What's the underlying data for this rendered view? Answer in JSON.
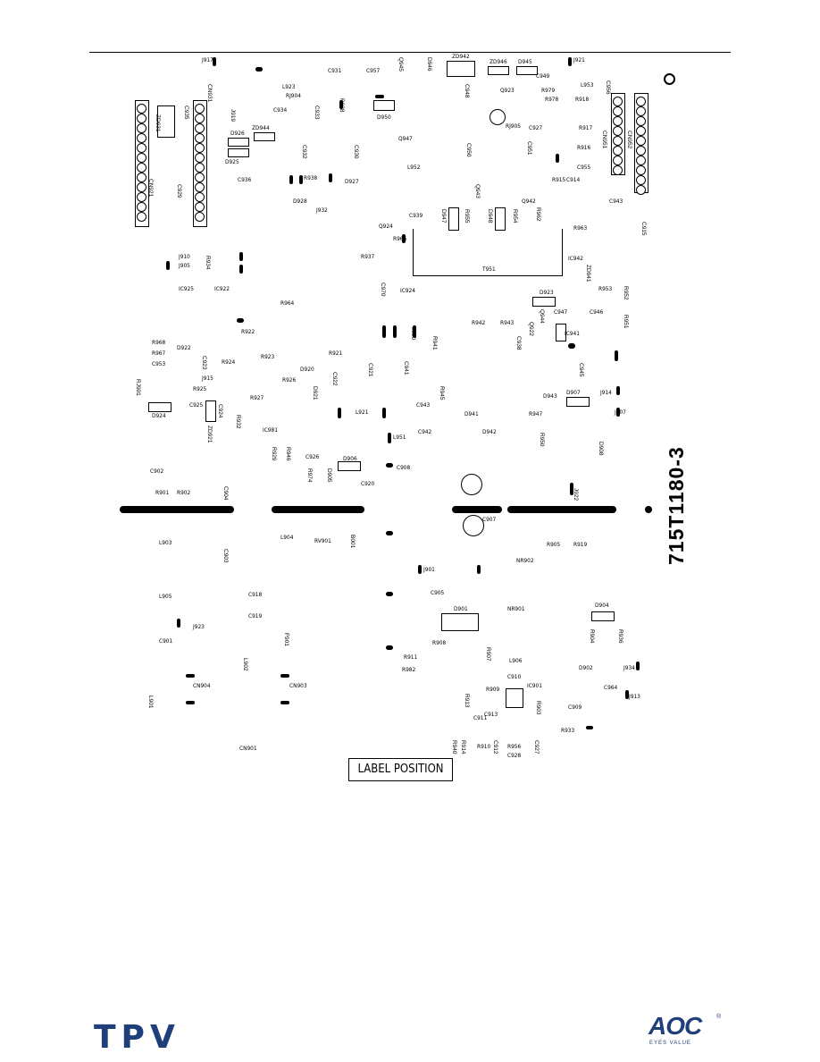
{
  "board": {
    "part_number": "715T1180-3",
    "label_position": "LABEL POSITION"
  },
  "logos": {
    "left": "TPV",
    "right": "AOC",
    "right_tagline": "EYES VALUE",
    "brand_color": "#1f3f7a"
  },
  "refs": {
    "j917": "J917",
    "c931": "C931",
    "c957": "C957",
    "q945": "Q945",
    "d946": "D946",
    "zd942": "ZD942",
    "zd946": "ZD946",
    "d945": "D945",
    "j921": "J921",
    "l923": "L923",
    "rj904": "RJ904",
    "c934": "C934",
    "c933": "C933",
    "r928": "R928",
    "c949": "C949",
    "q923": "Q923",
    "r979": "R979",
    "c948": "C948",
    "r978": "R978",
    "l953": "L953",
    "r918": "R918",
    "c956": "C956",
    "cn931": "CN931",
    "c935": "C935",
    "zd931": "ZD931",
    "j919": "J919",
    "d926": "D926",
    "zd944": "ZD944",
    "d925": "D925",
    "r917": "R917",
    "cn951": "CN951",
    "cn952": "CN952",
    "rj905": "RJ905",
    "c927": "C927",
    "d950": "D950",
    "q947": "Q947",
    "c932": "C932",
    "c930": "C930",
    "l952": "L952",
    "c950": "C950",
    "c951": "C951",
    "r916": "R916",
    "c955": "C955",
    "r938": "R938",
    "d927": "D927",
    "c936": "C936",
    "d928": "D928",
    "j932": "J932",
    "q943": "Q943",
    "r915": "R915",
    "c914": "C914",
    "c943": "C943",
    "cn921": "CN921",
    "c929": "C929",
    "c939": "C939",
    "d947": "D947",
    "r955": "R955",
    "d948": "D948",
    "r954": "R954",
    "q942": "Q942",
    "r962": "R962",
    "r963": "R963",
    "c915": "C915",
    "q924": "Q924",
    "r966": "R966",
    "r937": "R937",
    "t951": "T951",
    "ic942": "IC942",
    "j910": "J910",
    "j905": "J905",
    "r934": "R934",
    "ic925": "IC925",
    "ic922": "IC922",
    "c970": "C970",
    "ic924": "IC924",
    "zd941": "ZD941",
    "r953": "R953",
    "d923": "D923",
    "c946": "C946",
    "r952": "R952",
    "r951": "R951",
    "r964": "R964",
    "r922": "R922",
    "r968": "R968",
    "d922": "D922",
    "r967": "R967",
    "c953": "C953",
    "c923": "C923",
    "r924": "R924",
    "r923": "R923",
    "r921": "R921",
    "d920": "D920",
    "r926": "R926",
    "j915": "J915",
    "r901b": "RJ901",
    "c922": "C922",
    "c921": "C921",
    "c941": "C941",
    "r942": "R942",
    "r943": "R943",
    "c947": "C947",
    "ic941": "IC941",
    "c938": "C938",
    "r941": "R941",
    "c945": "C945",
    "r925": "R925",
    "r945": "R945",
    "d921": "D921",
    "d943": "D943",
    "d907": "D907",
    "j914": "J914",
    "c925": "C925",
    "c924": "C924",
    "r927": "R927",
    "c943b": "C943",
    "r947": "R947",
    "j907": "J907",
    "d924": "D924",
    "zd921": "ZD921",
    "r932": "R932",
    "ic981": "IC981",
    "l921": "L921",
    "d941": "D941",
    "c942": "C942",
    "d942": "D942",
    "r950": "R950",
    "l951": "L951",
    "r929": "R929",
    "r946": "R946",
    "c926": "C926",
    "d906": "D906",
    "c908": "C908",
    "r974": "R974",
    "d905": "D905",
    "c920": "C920",
    "c902": "C902",
    "r901": "R901",
    "r902": "R902",
    "c904": "C904",
    "j922": "J922",
    "c907": "C907",
    "l903": "L903",
    "l904": "L904",
    "rv901": "RV901",
    "b001": "B001",
    "c903": "C903",
    "r905": "R905",
    "r919": "R919",
    "nr902": "NR902",
    "j901": "J901",
    "l905": "L905",
    "c918": "C918",
    "c919": "C919",
    "c905": "C905",
    "nr901": "NR901",
    "d901": "D901",
    "d904": "D904",
    "j923": "J923",
    "c901": "C901",
    "f901": "F901",
    "r908": "R908",
    "r911": "R911",
    "r982": "R982",
    "r907": "R907",
    "l906": "L906",
    "r904": "R904",
    "r936": "R936",
    "d902": "D902",
    "l902": "L902",
    "cn904": "CN904",
    "cn903": "CN903",
    "c910": "C910",
    "ic901": "IC901",
    "r909": "R909",
    "c964": "C964",
    "j934": "J934",
    "l901": "L901",
    "r903": "R903",
    "c909": "C909",
    "r913": "R913",
    "c911": "C911",
    "c913": "C913",
    "r933": "R933",
    "r914": "R914",
    "r910": "R910",
    "c912": "C912",
    "r956": "R956",
    "c928": "C928",
    "c927b": "C927",
    "cn901": "CN901",
    "r940": "R940",
    "j913": "J913",
    "q944": "Q944",
    "q922": "Q922",
    "j920": "J920",
    "d908": "D908"
  }
}
